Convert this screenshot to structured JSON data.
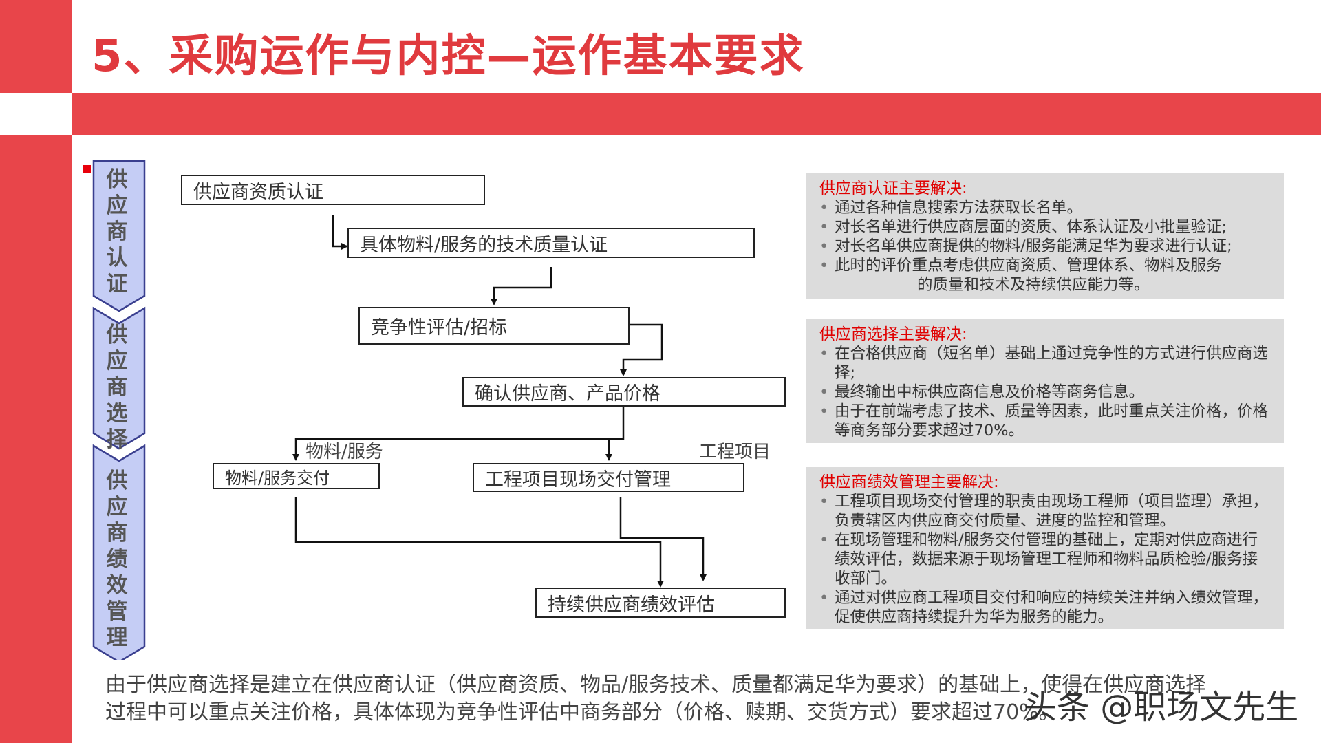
{
  "title": "5、采购运作与内控—运作基本要求",
  "stages": [
    {
      "chars": [
        "供",
        "应",
        "商",
        "认",
        "证"
      ]
    },
    {
      "chars": [
        "供",
        "应",
        "商",
        "选",
        "择"
      ]
    },
    {
      "chars": [
        "供",
        "应",
        "商",
        "绩",
        "效",
        "管",
        "理"
      ]
    }
  ],
  "flow": {
    "box1": "供应商资质认证",
    "box2": "具体物料/服务的技术质量认证",
    "box3": "竞争性评估/招标",
    "box4": "确认供应商、产品价格",
    "box5": "物料/服务交付",
    "box6": "工程项目现场交付管理",
    "box7": "持续供应商绩效评估",
    "label_left": "物料/服务",
    "label_right": "工程项目"
  },
  "panels": {
    "p1": {
      "title": "供应商认证主要解决:",
      "items": [
        {
          "bullet": "•",
          "text": "通过各种信息搜索方法获取长名单。"
        },
        {
          "bullet": "•",
          "text": "对长名单进行供应商层面的资质、体系认证及小批量验证;"
        },
        {
          "bullet": "•",
          "text": "对长名单供应商提供的物料/服务能满足华为要求进行认证;"
        },
        {
          "bullet": "•",
          "text": "此时的评价重点考虑供应商资质、管理体系、物料及服务"
        },
        {
          "bullet": "",
          "text": "的质量和技术及持续供应能力等。"
        }
      ]
    },
    "p2": {
      "title": "供应商选择主要解决:",
      "items": [
        {
          "bullet": "•",
          "text": "在合格供应商（短名单）基础上通过竞争性的方式进行供应商选择;"
        },
        {
          "bullet": "•",
          "text": "最终输出中标供应商信息及价格等商务信息。"
        },
        {
          "bullet": "•",
          "text": "由于在前端考虑了技术、质量等因素，此时重点关注价格，价格等商务部分要求超过70%。"
        }
      ]
    },
    "p3": {
      "title": "供应商绩效管理主要解决:",
      "items": [
        {
          "bullet": "•",
          "text": "工程项目现场交付管理的职责由现场工程师（项目监理）承担，负责辖区内供应商交付质量、进度的监控和管理。"
        },
        {
          "bullet": "•",
          "text": "在现场管理和物料/服务交付管理的基础上，定期对供应商进行绩效评估，数据来源于现场管理工程师和物料品质检验/服务接收部门。"
        },
        {
          "bullet": "•",
          "text": "通过对供应商工程项目交付和响应的持续关注并纳入绩效管理，促使供应商持续提升为华为服务的能力。"
        }
      ]
    }
  },
  "footer": {
    "line1": "由于供应商选择是建立在供应商认证（供应商资质、物品/服务技术、质量都满足华为要求）的基础上，使得在供应商选择",
    "line2": "过程中可以重点关注价格，具体体现为竞争性评估中商务部分（价格、赎期、交货方式）要求超过70%。"
  },
  "watermark": "头条 @职场文先生",
  "colors": {
    "accent_red": "#e8454a",
    "title_red": "#e03a3e",
    "stage_fill": "#c5cdf5",
    "stage_stroke": "#3a3f8f",
    "panel_gray": "#dcdcdc"
  }
}
